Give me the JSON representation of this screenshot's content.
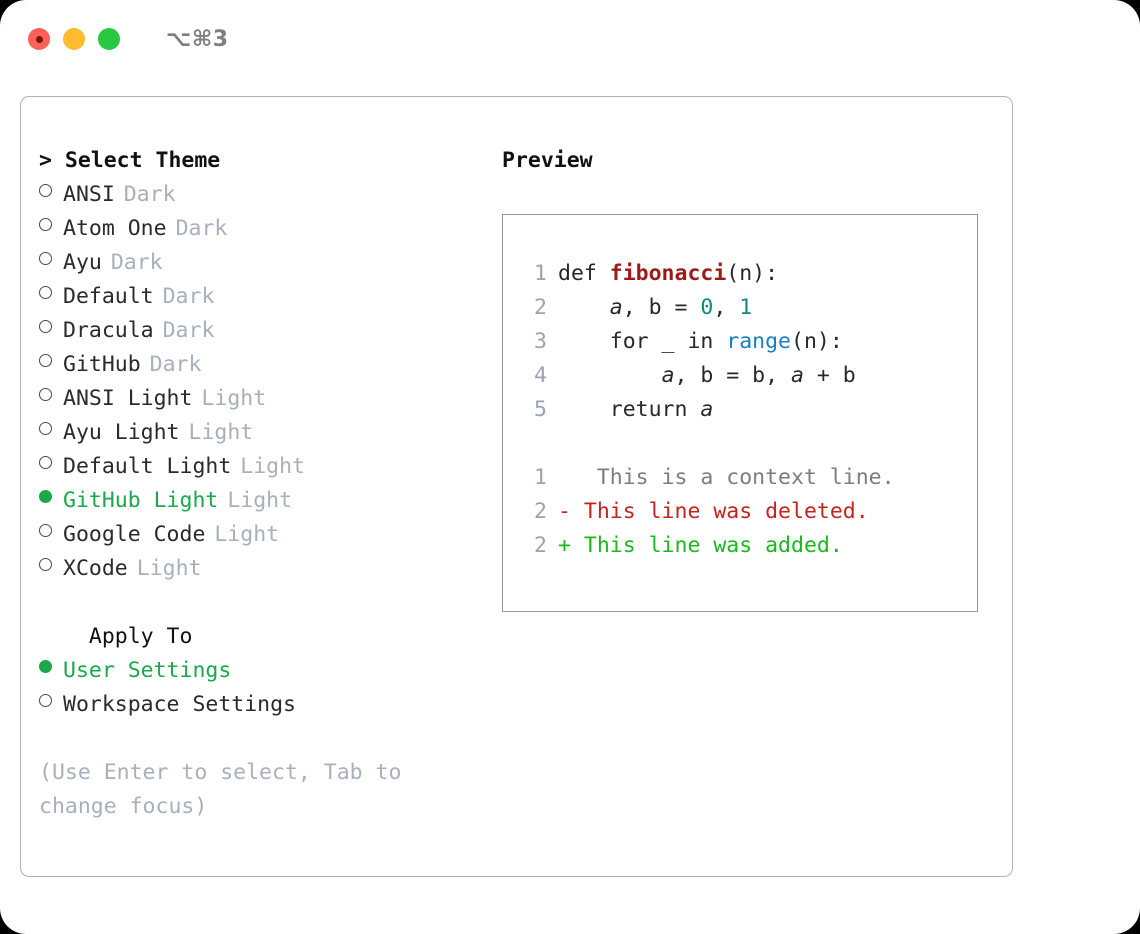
{
  "titlebar": {
    "shortcut": "⌥⌘3",
    "buttons": [
      "close",
      "minimize",
      "maximize"
    ]
  },
  "left": {
    "heading": "> Select Theme",
    "apply_heading": "  Apply To",
    "hint": "(Use Enter to select, Tab to\nchange focus)",
    "themes": [
      {
        "name": "ANSI",
        "tag": "Dark",
        "selected": false
      },
      {
        "name": "Atom One",
        "tag": "Dark",
        "selected": false
      },
      {
        "name": "Ayu",
        "tag": "Dark",
        "selected": false
      },
      {
        "name": "Default",
        "tag": "Dark",
        "selected": false
      },
      {
        "name": "Dracula",
        "tag": "Dark",
        "selected": false
      },
      {
        "name": "GitHub",
        "tag": "Dark",
        "selected": false
      },
      {
        "name": "ANSI Light",
        "tag": "Light",
        "selected": false
      },
      {
        "name": "Ayu Light",
        "tag": "Light",
        "selected": false
      },
      {
        "name": "Default Light",
        "tag": "Light",
        "selected": false
      },
      {
        "name": "GitHub Light",
        "tag": "Light",
        "selected": true
      },
      {
        "name": "Google Code",
        "tag": "Light",
        "selected": false
      },
      {
        "name": "XCode",
        "tag": "Light",
        "selected": false
      }
    ],
    "apply_options": [
      {
        "name": "User Settings",
        "selected": true
      },
      {
        "name": "Workspace Settings",
        "selected": false
      }
    ]
  },
  "right": {
    "heading": "Preview",
    "code_lines": [
      {
        "num": "1",
        "segments": [
          {
            "text": "def ",
            "style": "plain"
          },
          {
            "text": "fibonacci",
            "style": "fn"
          },
          {
            "text": "(n):",
            "style": "plain"
          }
        ]
      },
      {
        "num": "2",
        "segments": [
          {
            "text": "    ",
            "style": "plain"
          },
          {
            "text": "a",
            "style": "var"
          },
          {
            "text": ", ",
            "style": "plain"
          },
          {
            "text": "b",
            "style": "plain"
          },
          {
            "text": " = ",
            "style": "plain"
          },
          {
            "text": "0",
            "style": "num"
          },
          {
            "text": ", ",
            "style": "plain"
          },
          {
            "text": "1",
            "style": "num"
          }
        ]
      },
      {
        "num": "3",
        "segments": [
          {
            "text": "    for _ in ",
            "style": "plain"
          },
          {
            "text": "range",
            "style": "builtin"
          },
          {
            "text": "(n):",
            "style": "plain"
          }
        ]
      },
      {
        "num": "4",
        "segments": [
          {
            "text": "        ",
            "style": "plain"
          },
          {
            "text": "a",
            "style": "var"
          },
          {
            "text": ", b = b, ",
            "style": "plain"
          },
          {
            "text": "a",
            "style": "var"
          },
          {
            "text": " + b",
            "style": "plain"
          }
        ]
      },
      {
        "num": "5",
        "segments": [
          {
            "text": "    return ",
            "style": "plain"
          },
          {
            "text": "a",
            "style": "var"
          }
        ]
      }
    ],
    "diff_lines": [
      {
        "num": "1",
        "marker": " ",
        "text": "  This is a context line.",
        "kind": "ctx"
      },
      {
        "num": "2",
        "marker": "-",
        "text": " This line was deleted.",
        "kind": "del"
      },
      {
        "num": "2",
        "marker": "+",
        "text": " This line was added.",
        "kind": "add"
      }
    ]
  },
  "colors": {
    "accent_green": "#1aa84a",
    "diff_add": "#1ab81a",
    "diff_del": "#c4231e",
    "muted": "#a8b0bb",
    "border": "#aab4c2"
  }
}
